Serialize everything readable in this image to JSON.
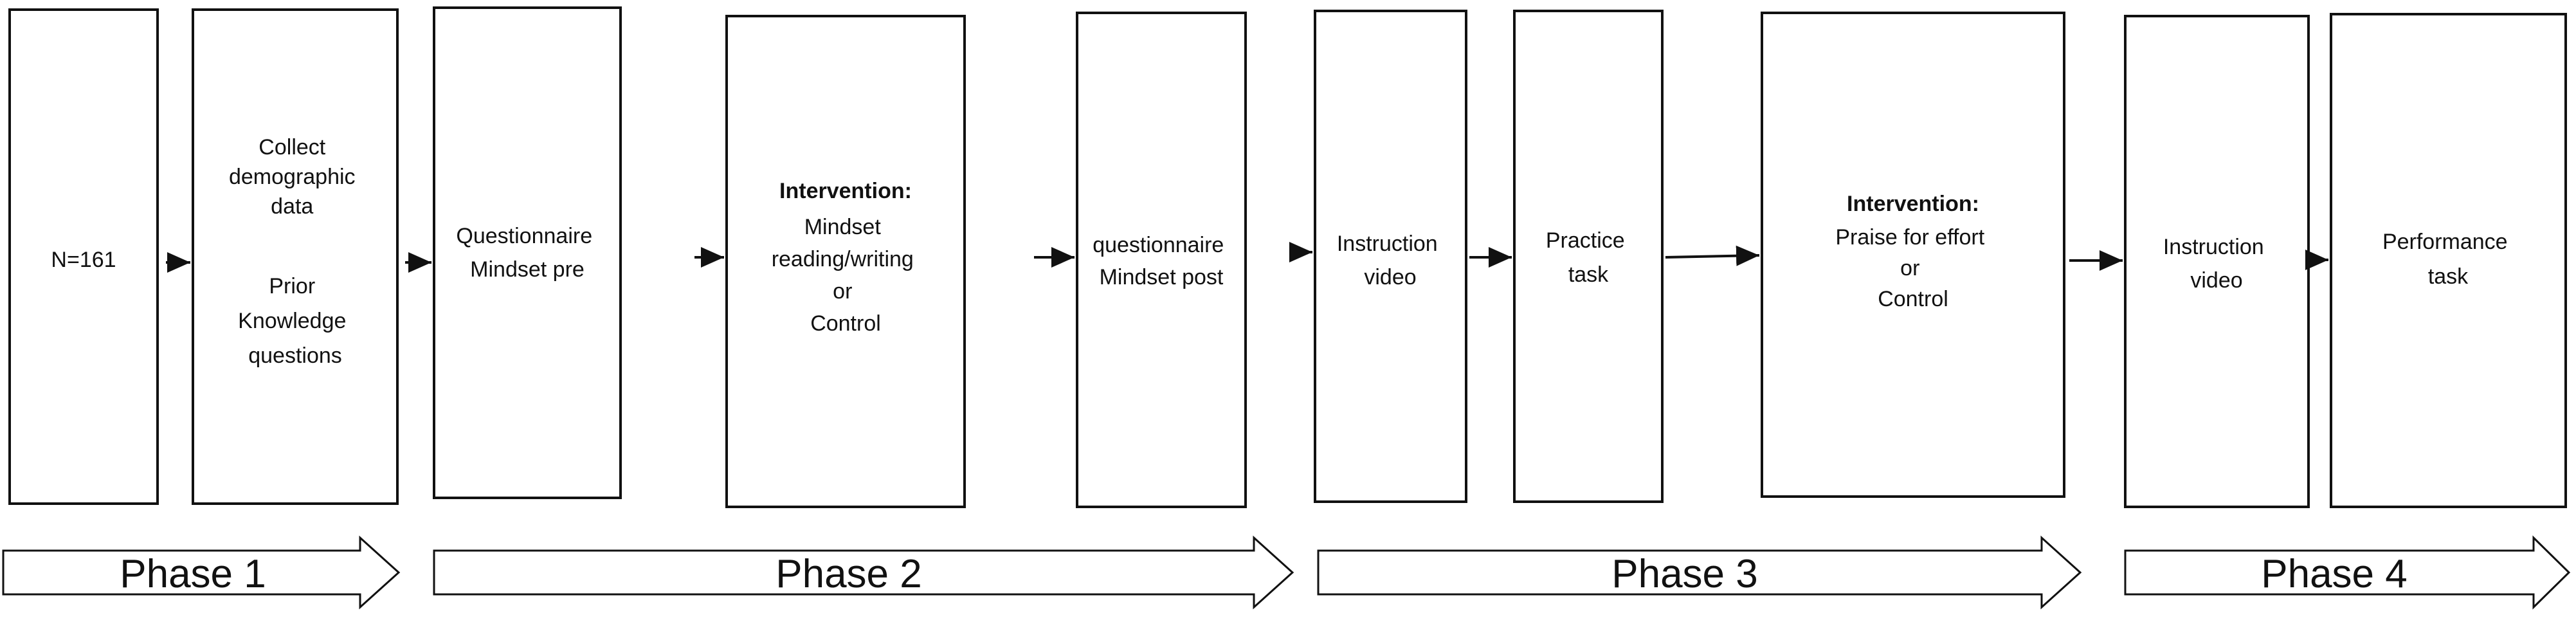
{
  "steps": [
    {
      "lines": [
        "N=161"
      ]
    },
    {
      "lines": [
        "Collect",
        "demographic",
        "data",
        "",
        "Prior",
        "Knowledge",
        "questions"
      ]
    },
    {
      "lines": [
        "Questionnaire",
        "Mindset pre"
      ]
    },
    {
      "heading": "Intervention:",
      "lines": [
        "Mindset",
        "reading/writing",
        "or",
        "Control"
      ]
    },
    {
      "lines": [
        "questionnaire",
        "Mindset post"
      ]
    },
    {
      "lines": [
        "Instruction",
        "video"
      ]
    },
    {
      "lines": [
        "Practice",
        "task"
      ]
    },
    {
      "heading": "Intervention:",
      "lines": [
        "Praise for effort",
        "or",
        "Control"
      ]
    },
    {
      "lines": [
        "Instruction",
        "video"
      ]
    },
    {
      "lines": [
        "Performance",
        "task"
      ]
    }
  ],
  "phases": [
    {
      "label": "Phase 1"
    },
    {
      "label": "Phase 2"
    },
    {
      "label": "Phase 3"
    },
    {
      "label": "Phase 4"
    }
  ]
}
